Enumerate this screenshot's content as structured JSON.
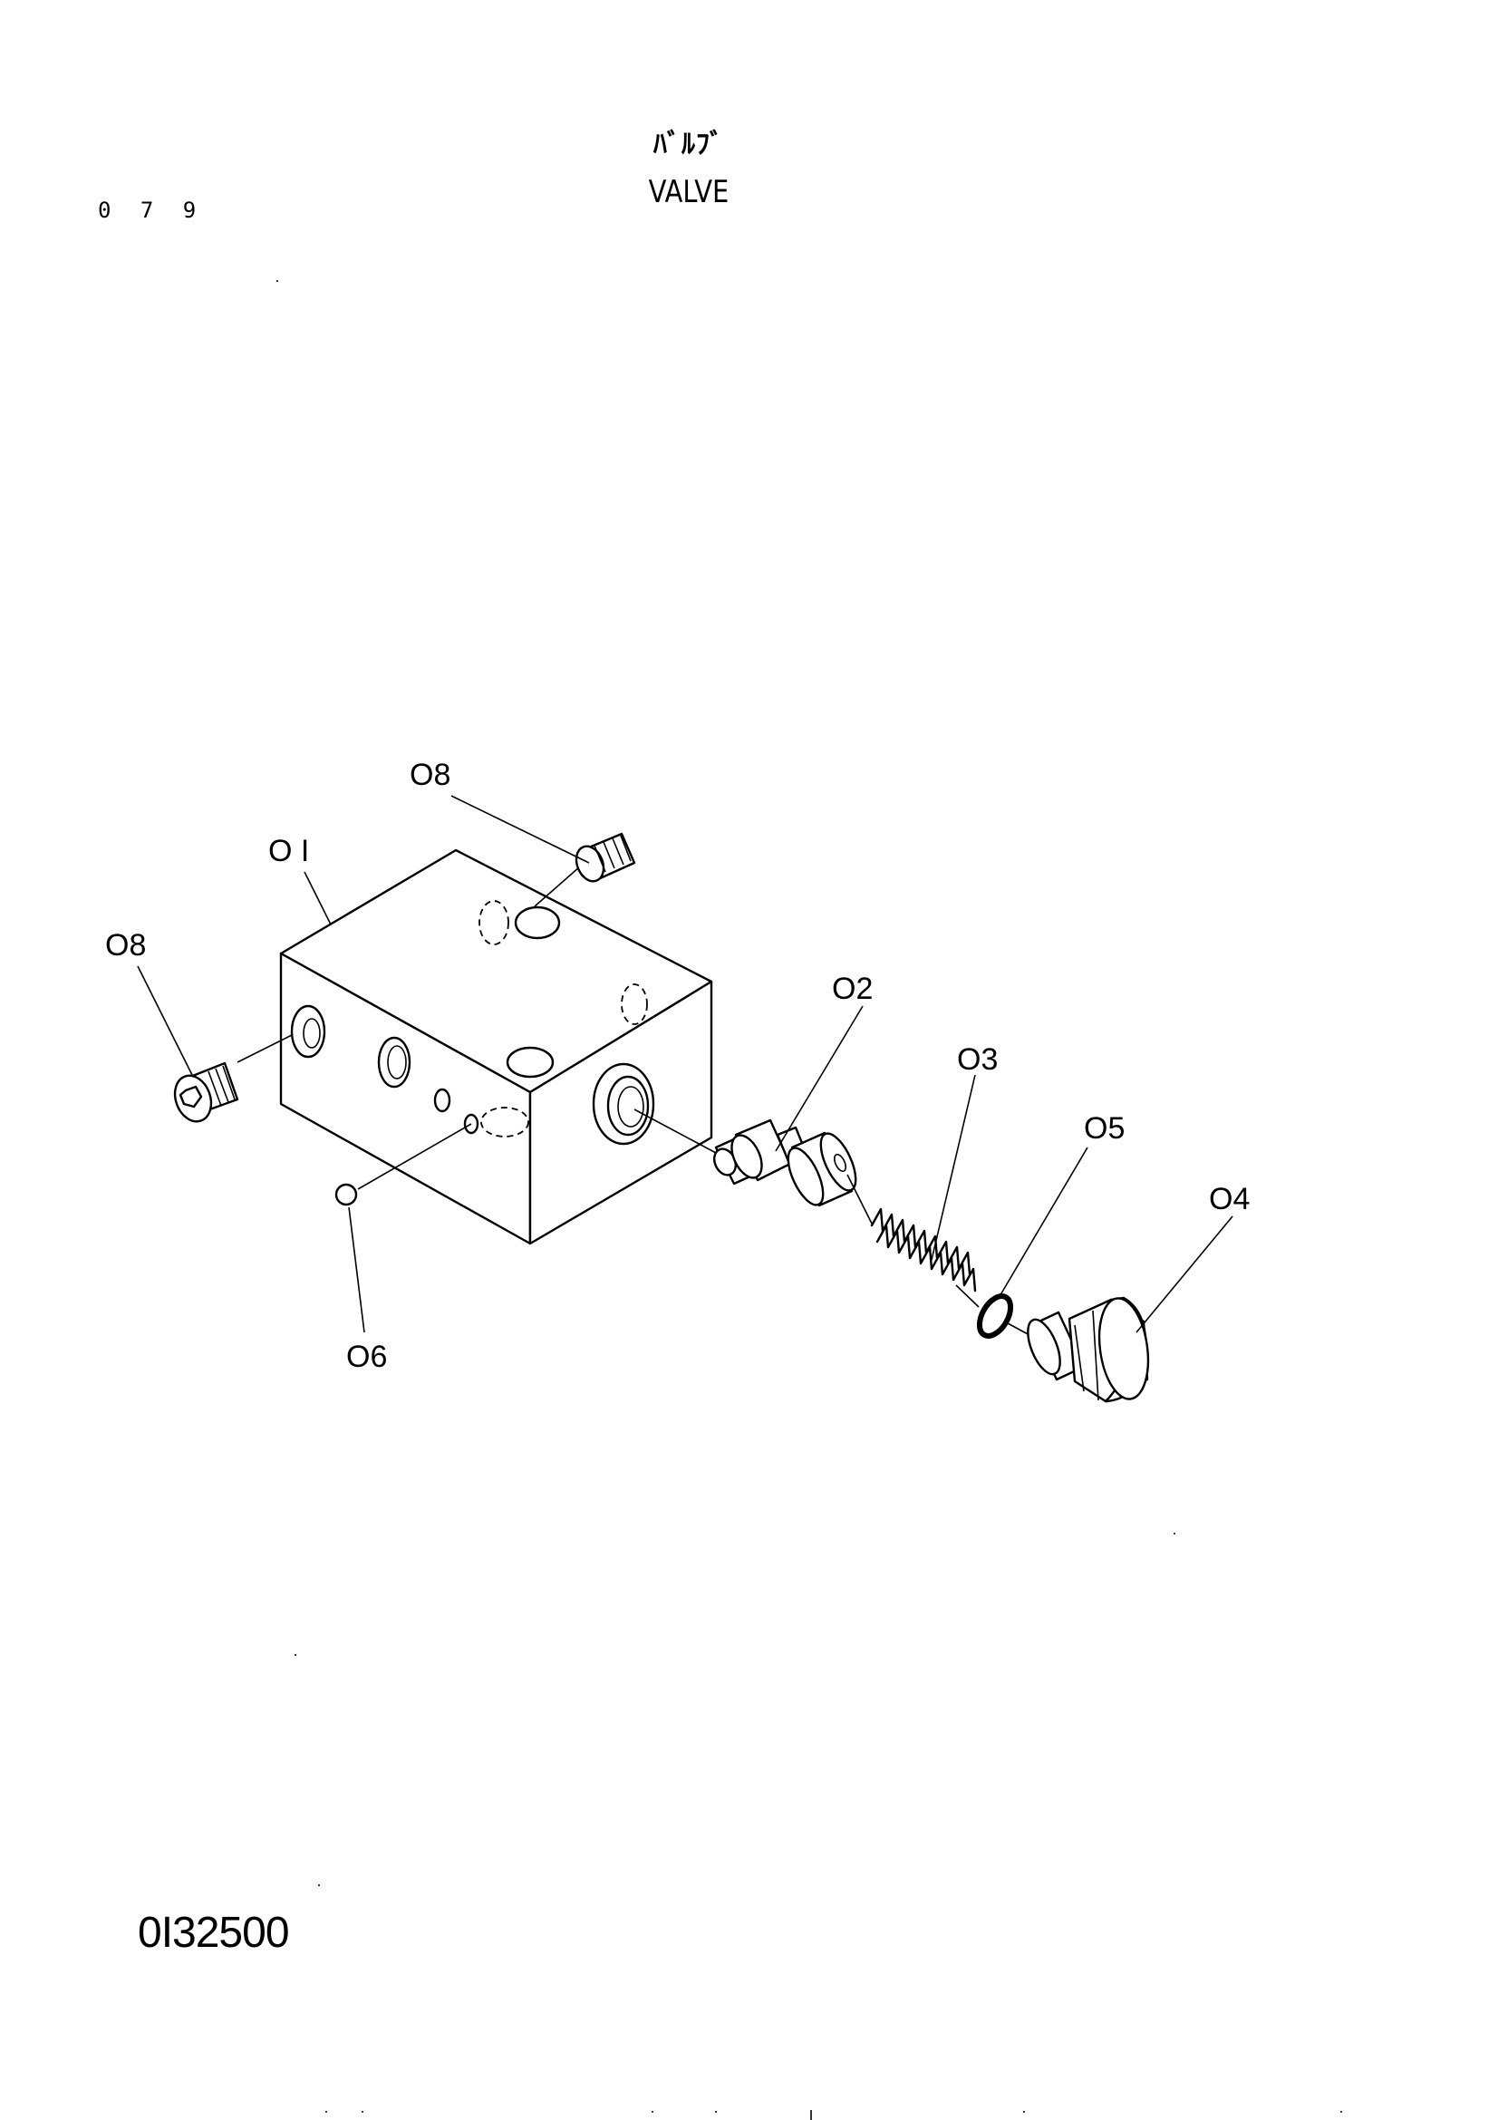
{
  "header": {
    "page_number": "0 7 9",
    "title_jp": "ﾊﾞﾙﾌﾞ",
    "title_en": "VALVE"
  },
  "drawing_number": "0I32500",
  "callouts": {
    "c01": "O I",
    "c02": "O2",
    "c03": "O3",
    "c04": "O4",
    "c05": "O5",
    "c06": "O6",
    "c08_top": "O8",
    "c08_left": "O8"
  }
}
